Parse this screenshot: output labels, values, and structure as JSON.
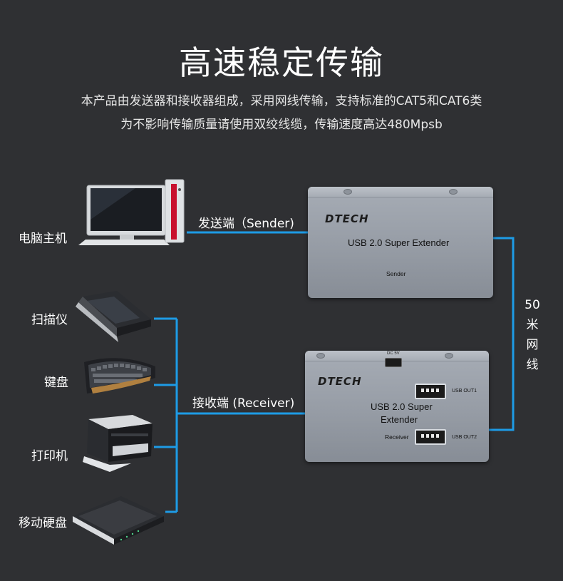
{
  "header": {
    "title": "高速稳定传输",
    "desc_line1": "本产品由发送器和接收器组成，采用网线传输，支持标准的CAT5和CAT6类",
    "desc_line2": "为不影响传输质量请使用双绞线缆，传输速度高达480Mpsb"
  },
  "devices": {
    "computer_label": "电脑主机",
    "scanner_label": "扫描仪",
    "keyboard_label": "键盘",
    "printer_label": "打印机",
    "hdd_label": "移动硬盘"
  },
  "cables": {
    "sender_label": "发送端（Sender)",
    "receiver_label": "接收端 (Receiver)",
    "network_label": [
      "50",
      "米",
      "网",
      "线"
    ]
  },
  "sender_unit": {
    "brand": "DTECH",
    "model": "USB 2.0 Super Extender",
    "tag": "Sender"
  },
  "receiver_unit": {
    "brand": "DTECH",
    "model_line1": "USB 2.0 Super",
    "model_line2": "Extender",
    "tag": "Receiver",
    "port1": "USB OUT1",
    "port2": "USB OUT2",
    "dc": "DC 5V"
  },
  "colors": {
    "background": "#2f3033",
    "cable": "#1e9be6",
    "unit_body": "#9aa0a9"
  }
}
